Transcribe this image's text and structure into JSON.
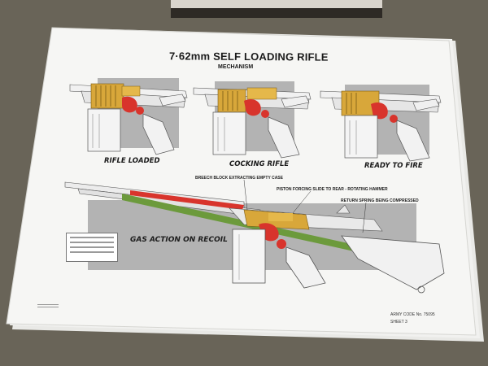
{
  "poster": {
    "title": "7·62mm SELF LOADING RIFLE",
    "subtitle": "MECHANISM",
    "captions": [
      "RIFLE LOADED",
      "COCKING RIFLE",
      "READY TO FIRE"
    ],
    "annotations": [
      "BREECH BLOCK EXTRACTING EMPTY CASE",
      "PISTON FORCING SLIDE TO REAR - ROTATING HAMMER",
      "RETURN SPRING BEING COMPRESSED"
    ],
    "gas_label": "GAS ACTION ON RECOIL",
    "army_code": "ARMY CODE  No. 75095",
    "sheet": "SHEET 3"
  },
  "colors": {
    "floor": "#6e685c",
    "paper": "#f4f4f2",
    "grey_panel": "#b3b3b3",
    "brass": "#d8a73a",
    "red": "#d8342c",
    "green": "#6c9a3c"
  }
}
